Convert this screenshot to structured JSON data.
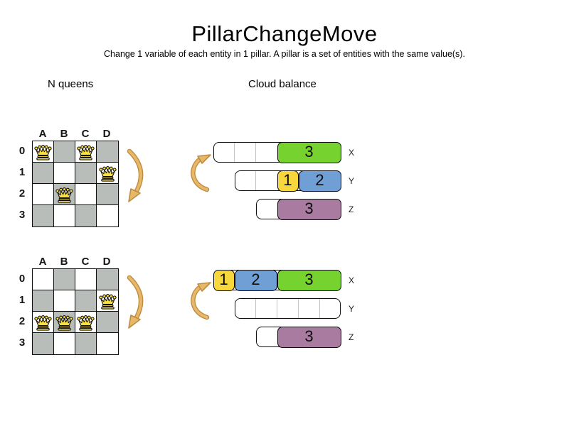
{
  "title": "PillarChangeMove",
  "subtitle": "Change 1 variable of each entity in 1 pillar. A pillar is a set of entities with the same value(s).",
  "headings": {
    "left": "N queens",
    "right": "Cloud balance"
  },
  "colors": {
    "board_dark_cell": "#b9bdb9",
    "block_green": "#76d22e",
    "block_yellow": "#f6d73e",
    "block_blue": "#6f9fd5",
    "block_purple": "#a97ba1",
    "arrow_fill": "#e7b76a",
    "arrow_outline": "#bf8c3e",
    "queen_gold": "#fbdf3c"
  },
  "boards": [
    {
      "name": "before",
      "columns": [
        "A",
        "B",
        "C",
        "D"
      ],
      "rows": [
        "0",
        "1",
        "2",
        "3"
      ],
      "queens": [
        {
          "col": "A",
          "row": "0"
        },
        {
          "col": "C",
          "row": "0"
        },
        {
          "col": "D",
          "row": "1"
        },
        {
          "col": "B",
          "row": "2"
        }
      ]
    },
    {
      "name": "after",
      "columns": [
        "A",
        "B",
        "C",
        "D"
      ],
      "rows": [
        "0",
        "1",
        "2",
        "3"
      ],
      "queens": [
        {
          "col": "D",
          "row": "1"
        },
        {
          "col": "A",
          "row": "2"
        },
        {
          "col": "B",
          "row": "2"
        },
        {
          "col": "C",
          "row": "2"
        }
      ]
    }
  ],
  "cloud_states": [
    {
      "name": "before",
      "rows": [
        {
          "label": "X",
          "capacity": 6,
          "blocks": [
            {
              "value": "3",
              "size": 3,
              "color": "block_green"
            }
          ]
        },
        {
          "label": "Y",
          "capacity": 5,
          "blocks": [
            {
              "value": "1",
              "size": 1,
              "color": "block_yellow"
            },
            {
              "value": "2",
              "size": 2,
              "color": "block_blue"
            }
          ]
        },
        {
          "label": "Z",
          "capacity": 4,
          "blocks": [
            {
              "value": "3",
              "size": 3,
              "color": "block_purple"
            }
          ]
        }
      ]
    },
    {
      "name": "after",
      "rows": [
        {
          "label": "X",
          "capacity": 6,
          "blocks": [
            {
              "value": "1",
              "size": 1,
              "color": "block_yellow"
            },
            {
              "value": "2",
              "size": 2,
              "color": "block_blue"
            },
            {
              "value": "3",
              "size": 3,
              "color": "block_green"
            }
          ]
        },
        {
          "label": "Y",
          "capacity": 5,
          "blocks": []
        },
        {
          "label": "Z",
          "capacity": 4,
          "blocks": [
            {
              "value": "3",
              "size": 3,
              "color": "block_purple"
            }
          ]
        }
      ]
    }
  ]
}
